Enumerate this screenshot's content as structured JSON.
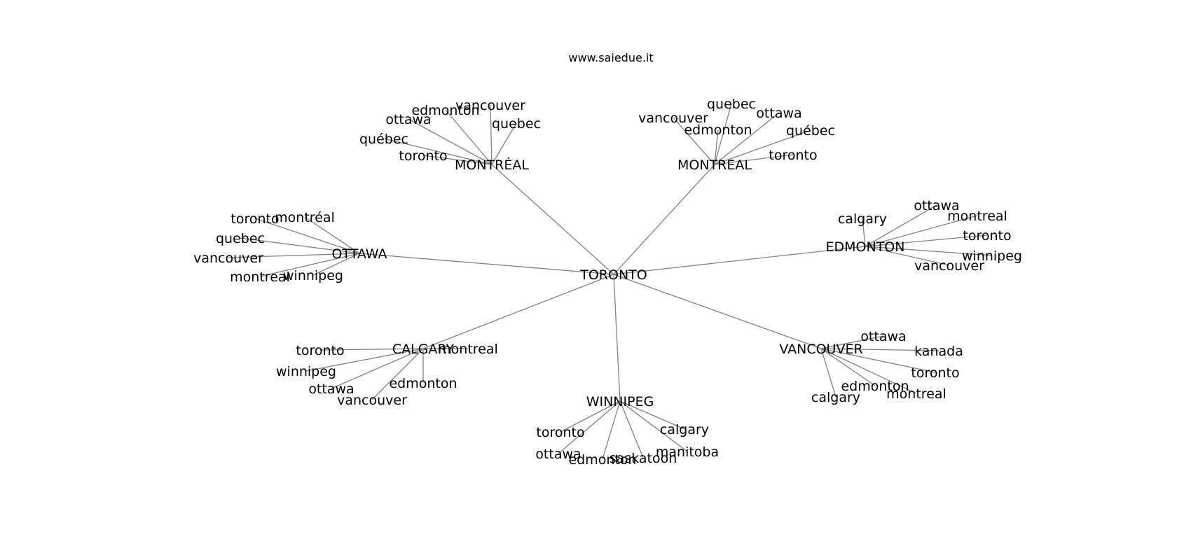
{
  "title": "www.saiedue.it",
  "graph": {
    "root": "TORONTO",
    "hubs": [
      {
        "name": "MONTRÉAL",
        "leaves": [
          "vancouver",
          "edmonton",
          "ottawa",
          "quebec",
          "québec",
          "toronto"
        ]
      },
      {
        "name": "MONTREAL",
        "leaves": [
          "quebec",
          "vancouver",
          "ottawa",
          "edmonton",
          "québec",
          "toronto"
        ]
      },
      {
        "name": "OTTAWA",
        "leaves": [
          "toronto",
          "montréal",
          "quebec",
          "vancouver",
          "montreal",
          "winnipeg"
        ]
      },
      {
        "name": "EDMONTON",
        "leaves": [
          "calgary",
          "ottawa",
          "montreal",
          "toronto",
          "winnipeg",
          "vancouver"
        ]
      },
      {
        "name": "CALGARY",
        "leaves": [
          "toronto",
          "montreal",
          "winnipeg",
          "edmonton",
          "ottawa",
          "vancouver"
        ]
      },
      {
        "name": "VANCOUVER",
        "leaves": [
          "ottawa",
          "kanada",
          "toronto",
          "edmonton",
          "montreal",
          "calgary"
        ]
      },
      {
        "name": "WINNIPEG",
        "leaves": [
          "toronto",
          "calgary",
          "ottawa",
          "manitoba",
          "edmonton",
          "saskatoon"
        ]
      }
    ]
  }
}
